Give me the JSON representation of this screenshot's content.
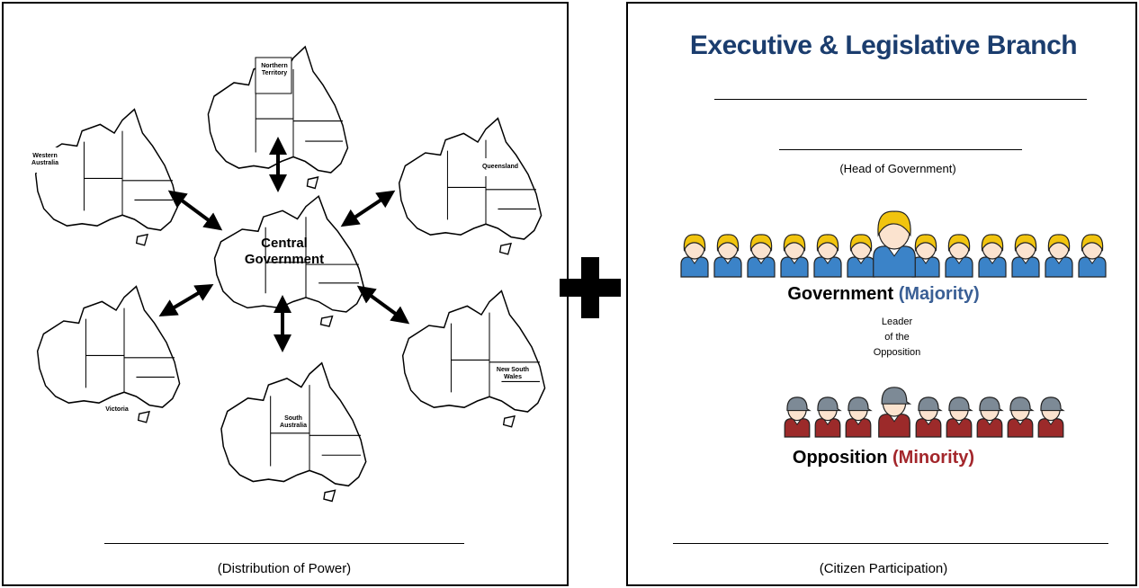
{
  "left_panel": {
    "center_label": "Central\nGovernment",
    "states": {
      "northern_territory": "Northern\nTerritory",
      "western_australia": "Western\nAustralia",
      "queensland": "Queensland",
      "victoria": "Victoria",
      "south_australia": "South\nAustralia",
      "new_south_wales": "New South\nWales"
    },
    "caption": "(Distribution of Power)"
  },
  "right_panel": {
    "title": "Executive & Legislative Branch",
    "head_caption": "(Head of Government)",
    "government_label": "Government",
    "government_qualifier": "(Majority)",
    "leader_opposition": "Leader\nof the\nOpposition",
    "opposition_label": "Opposition",
    "opposition_qualifier": "(Minority)",
    "caption": "(Citizen Participation)"
  },
  "colors": {
    "title_blue": "#1b3d6e",
    "majority_blue": "#3a5f95",
    "minority_red": "#a3262b",
    "gov_body_blue": "#3b83c8",
    "gov_hair_yellow": "#f1c40f",
    "opp_body_red": "#9c2a2a",
    "opp_hat_grey": "#7d8a96"
  }
}
